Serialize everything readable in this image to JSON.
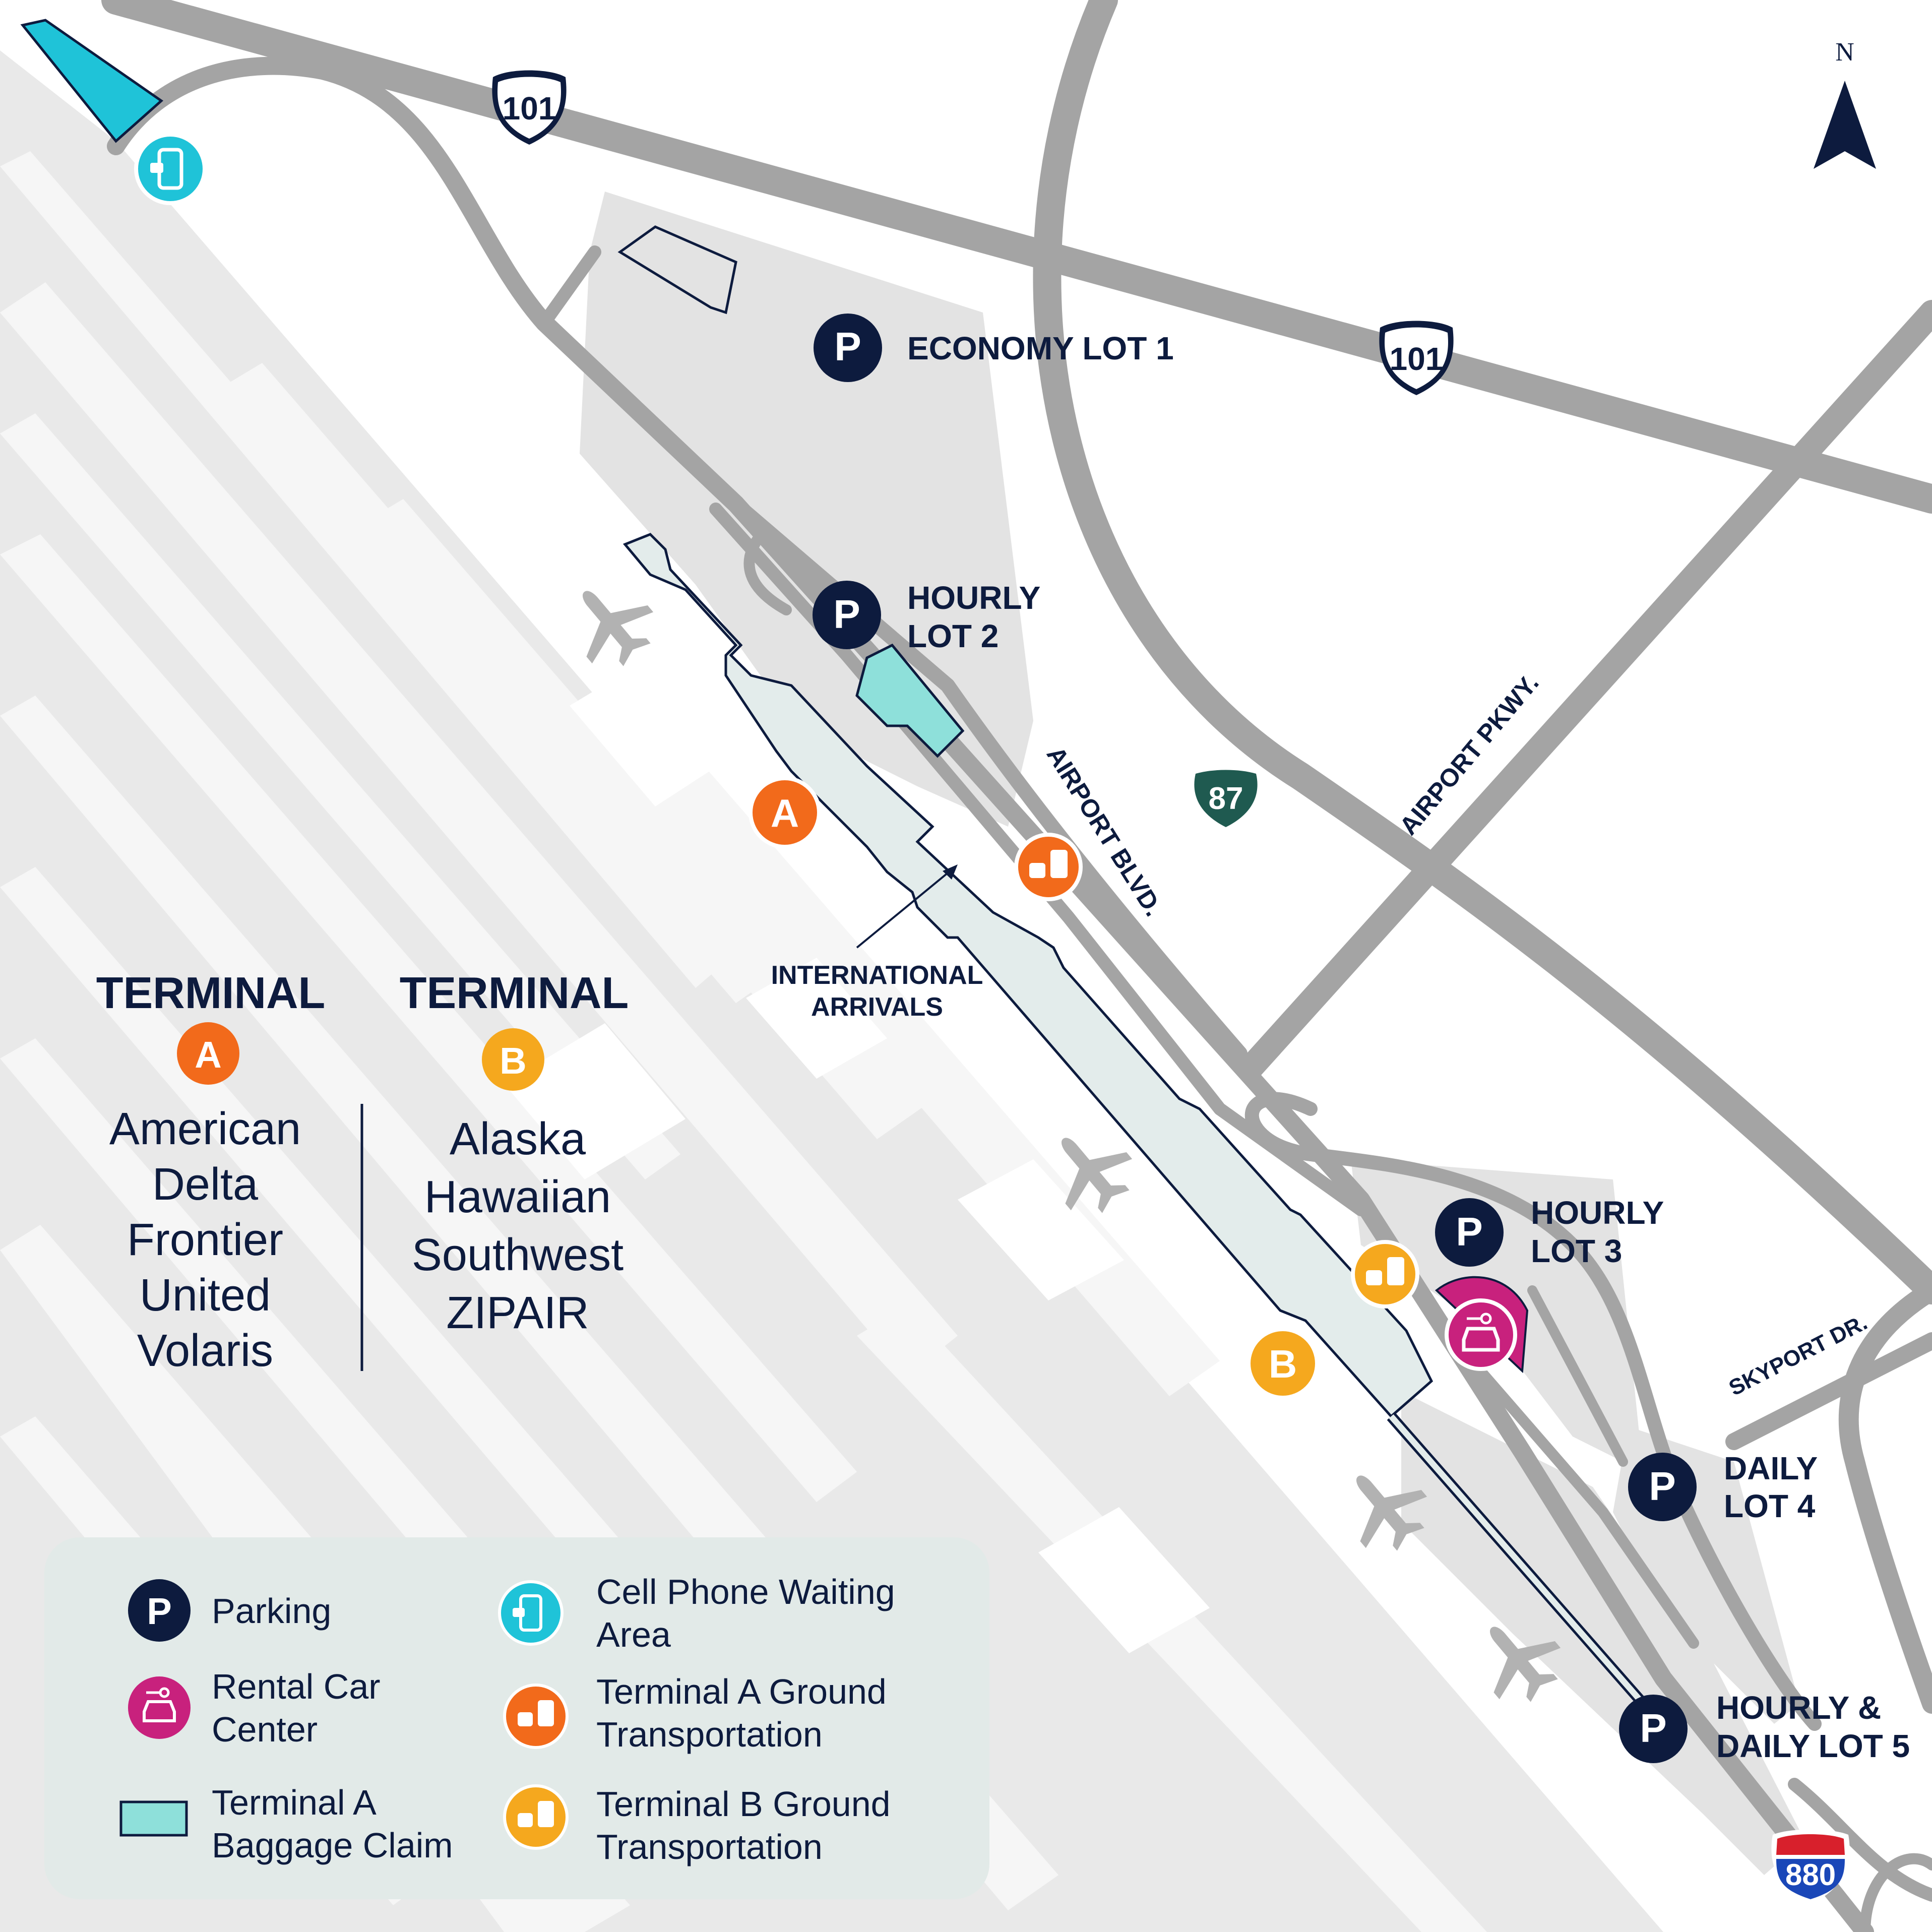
{
  "compass": {
    "label": "N"
  },
  "highways": {
    "us101_a": "101",
    "us101_b": "101",
    "ca87": "87",
    "i880": "880"
  },
  "roads": {
    "airport_blvd": "AIRPORT BLVD.",
    "airport_pkwy": "AIRPORT PKWY.",
    "skyport_dr": "SKYPORT DR."
  },
  "parking_symbol": "P",
  "lots": {
    "economy_1": "ECONOMY LOT 1",
    "hourly_2": [
      "HOURLY",
      "LOT 2"
    ],
    "hourly_3": [
      "HOURLY",
      "LOT 3"
    ],
    "daily_4": [
      "DAILY",
      "LOT 4"
    ],
    "hourly_daily_5": [
      "HOURLY &",
      "DAILY LOT 5"
    ]
  },
  "terminal_markers": {
    "a": "A",
    "b": "B"
  },
  "international_arrivals": [
    "INTERNATIONAL",
    "ARRIVALS"
  ],
  "terminal_a": {
    "heading": "TERMINAL",
    "badge": "A",
    "airlines": [
      "American",
      "Delta",
      "Frontier",
      "United",
      "Volaris"
    ]
  },
  "terminal_b": {
    "heading": "TERMINAL",
    "badge": "B",
    "airlines": [
      "Alaska",
      "Hawaiian",
      "Southwest",
      "ZIPAIR"
    ]
  },
  "legend": {
    "parking": "Parking",
    "rental": [
      "Rental Car",
      "Center"
    ],
    "baggage": [
      "Terminal A",
      "Baggage Claim"
    ],
    "cellphone": [
      "Cell Phone Waiting",
      "Area"
    ],
    "ground_a": [
      "Terminal A Ground",
      "Transportation"
    ],
    "ground_b": [
      "Terminal B Ground",
      "Transportation"
    ]
  },
  "colors": {
    "navy": "#0d1b3e",
    "road": "#a3a3a3",
    "airfield": "#e7e7e7",
    "terminal_fill": "#e3eceb",
    "cyan": "#1fc3d8",
    "baggage_claim": "#8ee0da",
    "orange_a": "#f26a1b",
    "yellow_b": "#f5a81e",
    "rental_magenta": "#c8217d",
    "legend_bg": "#e2eae8"
  }
}
